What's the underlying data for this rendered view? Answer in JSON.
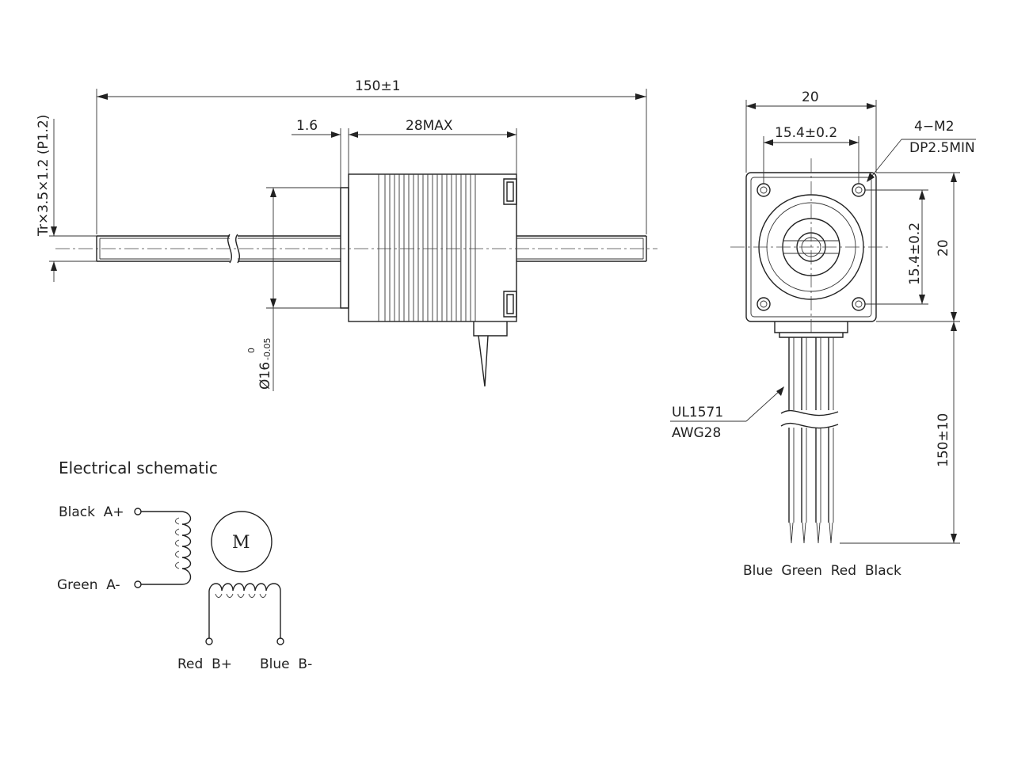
{
  "side_view": {
    "total_length": "150±1",
    "flange_thickness": "1.6",
    "body_length": "28MAX",
    "thread_spec": "Tr×3.5×1.2 (P1.2)",
    "pilot_diameter": "Ø16",
    "pilot_tol_upper": "0",
    "pilot_tol_lower": "-0.05"
  },
  "front_view": {
    "width": "20",
    "hole_spacing_h": "15.4±0.2",
    "hole_spacing_v": "15.4±0.2",
    "height": "20",
    "holes_line1": "4−M2",
    "holes_line2": "DP2.5MIN",
    "lead_length": "150±10",
    "cable_line1": "UL1571",
    "cable_line2": "AWG28",
    "wire_colors": "Blue  Green  Red  Black"
  },
  "schematic": {
    "title": "Electrical schematic",
    "motor_symbol": "M",
    "pin_a_plus": "Black  A+",
    "pin_a_minus": "Green  A-",
    "pin_b_plus": "Red  B+",
    "pin_b_minus": "Blue  B-"
  }
}
